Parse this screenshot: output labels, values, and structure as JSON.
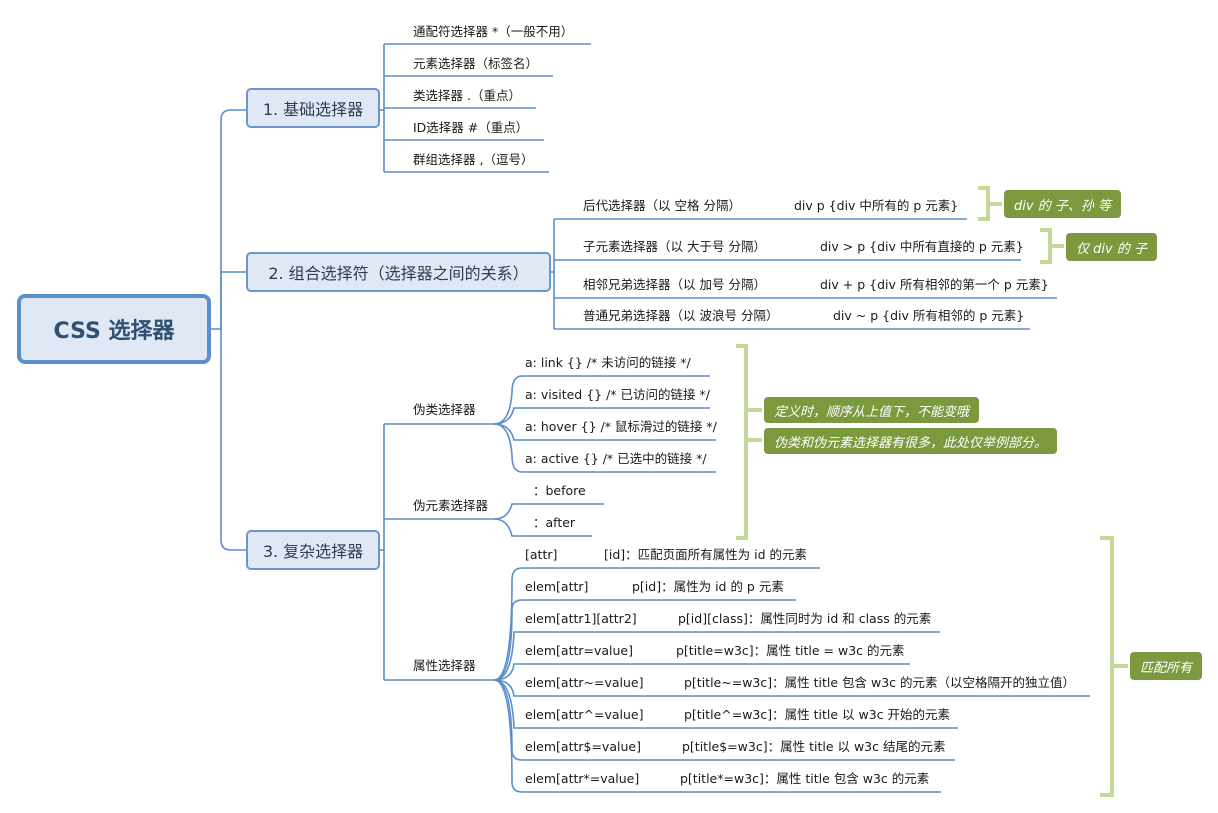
{
  "root": {
    "label": "CSS 选择器"
  },
  "basic": {
    "label": "1. 基础选择器",
    "items": [
      "通配符选择器 *（一般不用）",
      "元素选择器（标签名）",
      "类选择器 .（重点）",
      "ID选择器 #（重点）",
      "群组选择器 ,（逗号）"
    ]
  },
  "combo": {
    "label": "2. 组合选择符（选择器之间的关系）",
    "items": [
      {
        "name": "后代选择器（以 空格 分隔）",
        "example": "div p {div 中所有的 p 元素}"
      },
      {
        "name": "子元素选择器（以 大于号 分隔）",
        "example": "div > p {div 中所有直接的 p 元素}"
      },
      {
        "name": "相邻兄弟选择器（以 加号 分隔）",
        "example": "div + p {div 所有相邻的第一个 p 元素}"
      },
      {
        "name": "普通兄弟选择器（以 波浪号 分隔）",
        "example": "div ~ p {div 所有相邻的 p 元素}"
      }
    ],
    "notes": [
      "div 的 子、孙 等",
      "仅 div 的 子"
    ]
  },
  "complex": {
    "label": "3. 复杂选择器",
    "pseudo_class": {
      "label": "伪类选择器",
      "items": [
        "a: link {} /* 未访问的链接 */",
        "a: visited {} /* 已访问的链接 */",
        "a: hover {} /* 鼠标滑过的链接 */",
        "a: active {} /* 已选中的链接 */"
      ]
    },
    "pseudo_element": {
      "label": "伪元素选择器",
      "items": [
        "：before",
        "：after"
      ]
    },
    "pseudo_notes": [
      "定义时，顺序从上值下，不能变哦",
      "伪类和伪元素选择器有很多，此处仅举例部分。"
    ],
    "attribute": {
      "label": "属性选择器",
      "items": [
        {
          "syntax": "[attr]",
          "example": "[id]：匹配页面所有属性为 id 的元素"
        },
        {
          "syntax": "elem[attr]",
          "example": "p[id]：属性为 id 的 p 元素"
        },
        {
          "syntax": "elem[attr1][attr2]",
          "example": "p[id][class]：属性同时为 id 和 class 的元素"
        },
        {
          "syntax": "elem[attr=value]",
          "example": "p[title=w3c]：属性 title = w3c 的元素"
        },
        {
          "syntax": "elem[attr~=value]",
          "example": "p[title~=w3c]：属性 title 包含 w3c 的元素（以空格隔开的独立值）"
        },
        {
          "syntax": "elem[attr^=value]",
          "example": "p[title^=w3c]：属性 title 以 w3c 开始的元素"
        },
        {
          "syntax": "elem[attr$=value]",
          "example": "p[title$=w3c]：属性 title 以 w3c 结尾的元素"
        },
        {
          "syntax": "elem[attr*=value]",
          "example": "p[title*=w3c]：属性 title 包含 w3c 的元素"
        }
      ],
      "note": "匹配所有"
    }
  },
  "colors": {
    "line": "#5b8fc9",
    "node_fill": "#dfe8f4",
    "note": "#7b9a3e",
    "bracket": "#c5d89a"
  }
}
